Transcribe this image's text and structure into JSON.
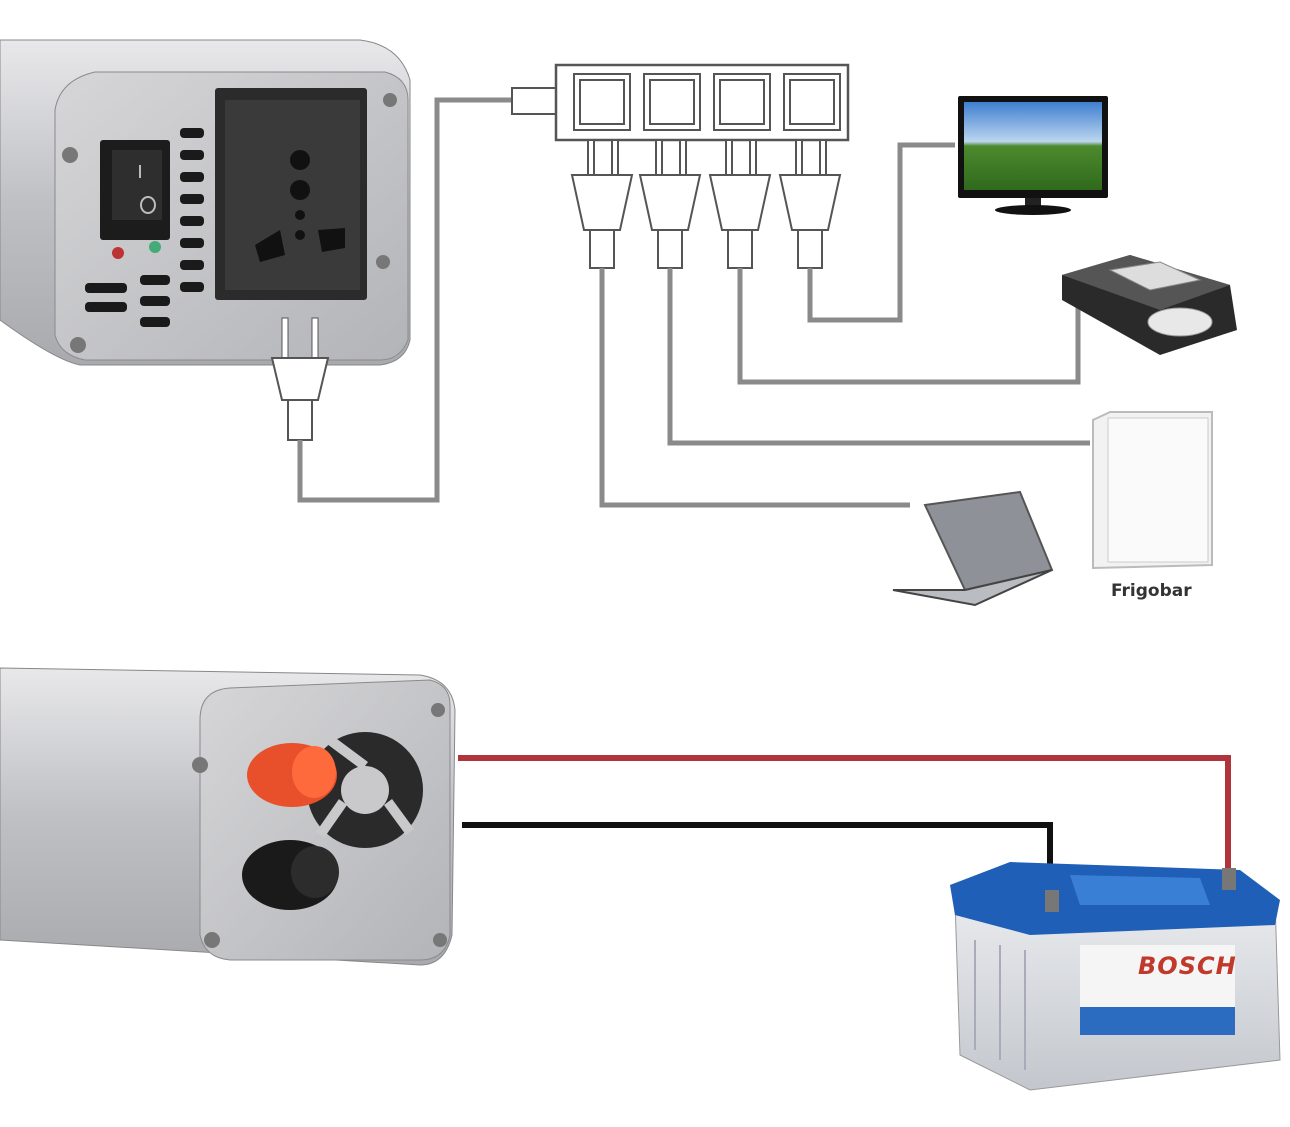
{
  "labels": {
    "fridge": "Frigobar",
    "battery_brand": "BOSCH"
  },
  "colors": {
    "ac_cord": "#8a8a8a",
    "positive_wire": "#b0343c",
    "negative_wire": "#111111",
    "battery_blue": "#1f5fb8",
    "terminal_red": "#f0552b"
  },
  "strip": {
    "socket_count": 4
  }
}
